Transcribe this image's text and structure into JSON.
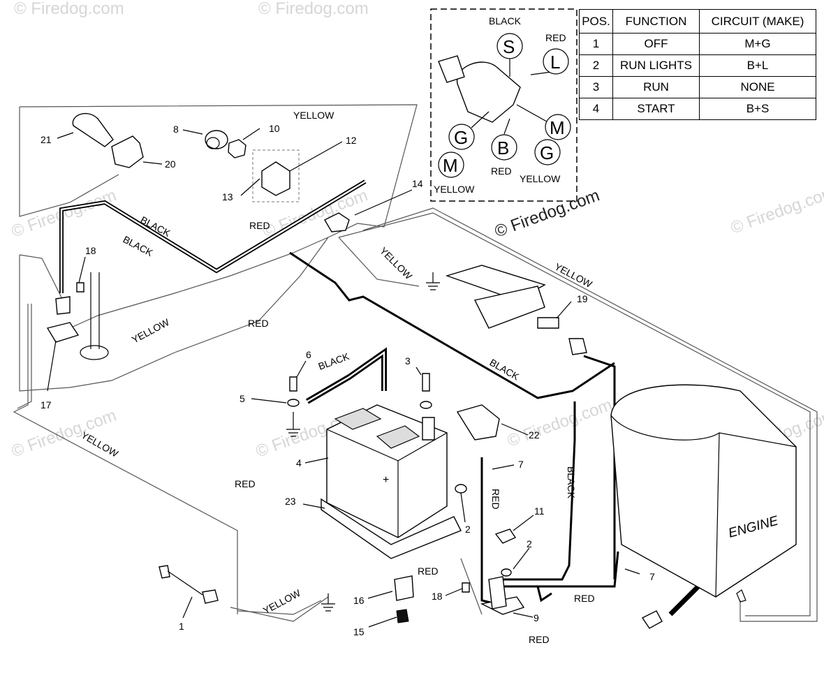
{
  "watermark": "© Firedog.com",
  "table": {
    "headers": [
      "POS.",
      "FUNCTION",
      "CIRCUIT  (MAKE)"
    ],
    "rows": [
      [
        "1",
        "OFF",
        "M+G"
      ],
      [
        "2",
        "RUN LIGHTS",
        "B+L"
      ],
      [
        "3",
        "RUN",
        "NONE"
      ],
      [
        "4",
        "START",
        "B+S"
      ]
    ]
  },
  "ignition_switch": {
    "pins": {
      "S": "S",
      "L": "L",
      "M": "M",
      "G": "G",
      "B": "B",
      "G2": "G",
      "M2": "M"
    },
    "colors": {
      "S": "BLACK",
      "L": "RED",
      "B": "RED",
      "G": "YELLOW",
      "M": "YELLOW"
    }
  },
  "wire_labels": {
    "yellow_top": "YELLOW",
    "black_1": "BLACK",
    "black_2": "BLACK",
    "red_top": "RED",
    "yellow_right_diag": "YELLOW",
    "yellow_right_top": "YELLOW",
    "yellow_mid": "YELLOW",
    "red_mid": "RED",
    "black_battery": "BLACK",
    "black_mid": "BLACK",
    "black_vertical": "BLACK",
    "red_vertical": "RED",
    "yellow_left": "YELLOW",
    "red_left": "RED",
    "yellow_bottom": "YELLOW",
    "red_bottom_1": "RED",
    "red_bottom_2": "RED",
    "red_bottom_3": "RED"
  },
  "engine_label": "ENGINE",
  "callouts": {
    "n1": "1",
    "n2a": "2",
    "n2b": "2",
    "n3": "3",
    "n4": "4",
    "n5": "5",
    "n6": "6",
    "n7a": "7",
    "n7b": "7",
    "n8": "8",
    "n9": "9",
    "n10": "10",
    "n11": "11",
    "n12": "12",
    "n13": "13",
    "n14": "14",
    "n15": "15",
    "n16": "16",
    "n17": "17",
    "n18a": "18",
    "n18b": "18",
    "n19": "19",
    "n20": "20",
    "n21": "21",
    "n22": "22",
    "n23": "23"
  }
}
